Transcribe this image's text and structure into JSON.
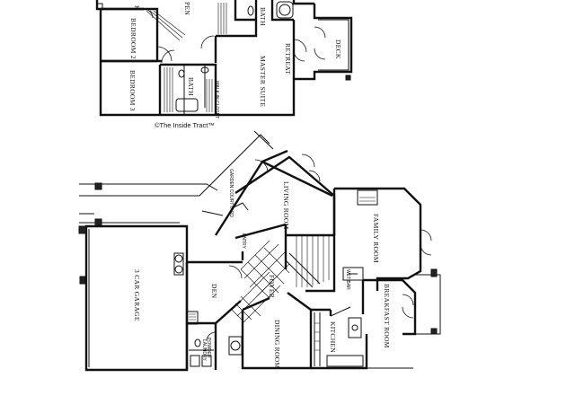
{
  "upper_floor": {
    "rooms": {
      "bath_top": "BATH",
      "bedroom_2": "BEDROOM 2",
      "bedroom_3": "BEDROOM 3",
      "bath": "BATH",
      "walk_in_closet": "WALK-IN CLOSET",
      "master_suite": "MASTER SUITE",
      "retreat": "RETREAT",
      "deck": "DECK",
      "open_partial": "PEN",
      "closet_mark": "K"
    },
    "copyright": "©The Inside Tract™"
  },
  "lower_floor": {
    "rooms": {
      "garden_courtyard": "GARDEN COURTYARD",
      "living_room": "LIVING ROOM",
      "family_room": "FAMILY ROOM",
      "three_car_garage": "3 CAR GARAGE",
      "entry": "ENTRY",
      "foyer": "FOYER",
      "den": "DEN",
      "breakfast_room": "BREAKFAST ROOM",
      "dining_room": "DINING ROOM",
      "kitchen": "KITCHEN",
      "powder": "POWDER",
      "laundry": "LAUNDRY",
      "wet_bar": "WET BAR"
    }
  }
}
